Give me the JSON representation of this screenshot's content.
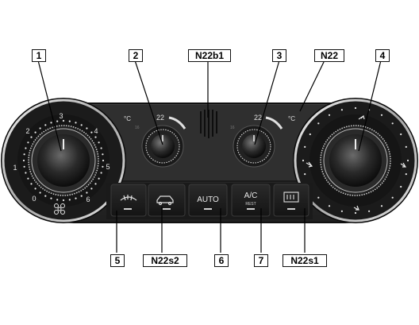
{
  "callouts": {
    "c1": "1",
    "c2": "2",
    "n22b1": "N22b1",
    "c3": "3",
    "n22": "N22",
    "c4": "4",
    "c5": "5",
    "n22s2": "N22s2",
    "c6": "6",
    "c7": "7",
    "n22s1": "N22s1"
  },
  "left_knob": {
    "scale": [
      "0",
      "1",
      "2",
      "3",
      "4",
      "5",
      "6"
    ],
    "fan_symbol": "fan-icon"
  },
  "temp_left": {
    "unit": "°C",
    "setpoint": "22",
    "low": "16"
  },
  "temp_right": {
    "unit": "°C",
    "setpoint": "22",
    "low": "16"
  },
  "buttons": {
    "defrost_icon": "windshield-defrost-icon",
    "recirc_icon": "recirculation-car-icon",
    "auto_label": "AUTO",
    "ac_label": "A/C",
    "ac_sub": "REST",
    "rear_defrost_icon": "rear-window-defrost-icon"
  },
  "right_knob": {
    "air_distribution_icons": [
      "air-to-face-icon",
      "air-to-windshield-icon",
      "air-to-feet-icon",
      "air-to-side-icon"
    ]
  },
  "colors": {
    "panel": "#2e2e2e",
    "panel_dark": "#1a1a1a",
    "chrome": "#d8d8d8"
  }
}
